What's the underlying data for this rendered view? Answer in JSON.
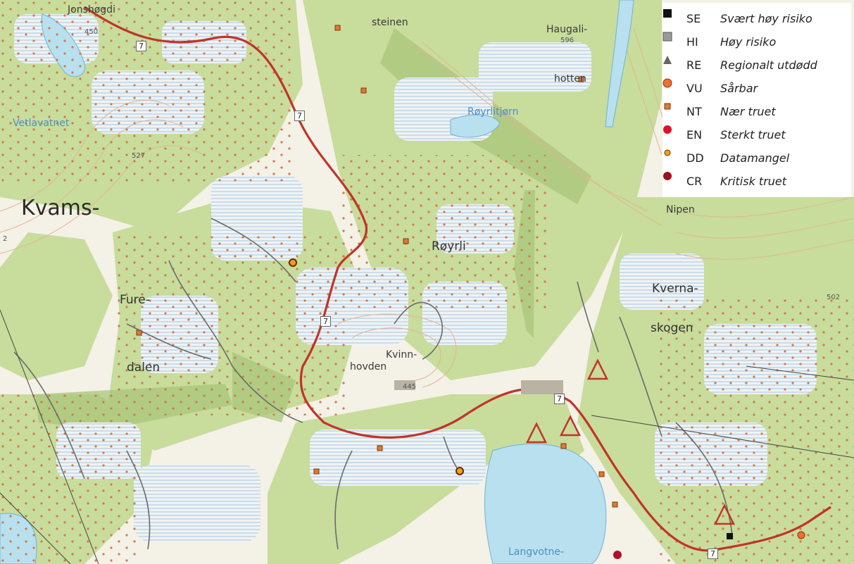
{
  "map": {
    "places": [
      {
        "id": "jonshogdi",
        "text": "Jonshøgdi"
      },
      {
        "id": "steinen",
        "text": "steinen"
      },
      {
        "id": "haugali",
        "text": "Haugali-"
      },
      {
        "id": "hotten",
        "text": "hotten"
      },
      {
        "id": "royrlitjorn",
        "text": "Røyrlitjørn"
      },
      {
        "id": "vetlavatnet",
        "text": "Vetlavatnet"
      },
      {
        "id": "kvams",
        "text": "Kvams-"
      },
      {
        "id": "royrli",
        "text": "Røyrli"
      },
      {
        "id": "nipen",
        "text": "Nipen"
      },
      {
        "id": "kverna",
        "text": "Kverna-"
      },
      {
        "id": "skogen",
        "text": "skogen"
      },
      {
        "id": "fure",
        "text": "Fure-"
      },
      {
        "id": "dalen",
        "text": "dalen"
      },
      {
        "id": "kvinn",
        "text": "Kvinn-"
      },
      {
        "id": "hovden",
        "text": "hovden"
      },
      {
        "id": "langvotne",
        "text": "Langvotne-"
      }
    ],
    "elevations": [
      "450",
      "596",
      "527",
      "445",
      "502",
      "2"
    ],
    "road_number": "7"
  },
  "legend": {
    "items": [
      {
        "code": "SE",
        "label": "Svært høy risiko",
        "symbol": "square",
        "color": "#111111"
      },
      {
        "code": "HI",
        "label": "Høy risiko",
        "symbol": "square",
        "color": "#9a9a9a"
      },
      {
        "code": "RE",
        "label": "Regionalt utdødd",
        "symbol": "triangle",
        "color": "#666666"
      },
      {
        "code": "VU",
        "label": "Sårbar",
        "symbol": "circle",
        "color": "#f07030"
      },
      {
        "code": "NT",
        "label": "Nær truet",
        "symbol": "small-square",
        "color": "#e07830"
      },
      {
        "code": "EN",
        "label": "Sterkt truet",
        "symbol": "circle",
        "color": "#e0102a"
      },
      {
        "code": "DD",
        "label": "Datamangel",
        "symbol": "small-circle",
        "color": "#f0a020"
      },
      {
        "code": "CR",
        "label": "Kritisk truet",
        "symbol": "circle",
        "color": "#a01020"
      }
    ]
  },
  "colors": {
    "forest": "#c8dc9c",
    "forest_dark": "#a9c67a",
    "open": "#f4f1e6",
    "water": "#b8e0ee",
    "road": "#c0342a",
    "path": "#6b6b6b",
    "contour": "#e2b493"
  }
}
